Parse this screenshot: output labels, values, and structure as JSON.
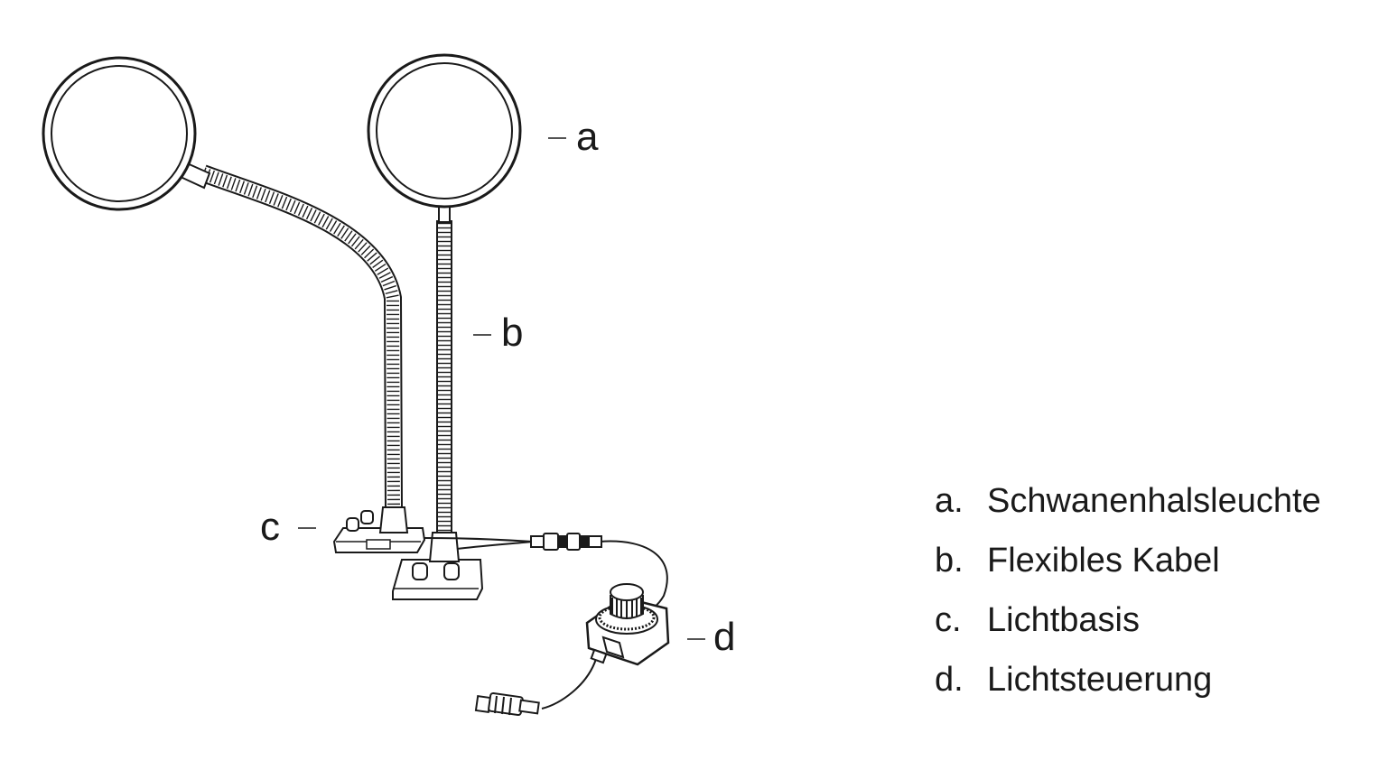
{
  "callouts": {
    "a": "a",
    "b": "b",
    "c": "c",
    "d": "d"
  },
  "legend": [
    {
      "letter": "a.",
      "text": "Schwanenhalsleuchte"
    },
    {
      "letter": "b.",
      "text": "Flexibles Kabel"
    },
    {
      "letter": "c.",
      "text": "Lichtbasis"
    },
    {
      "letter": "d.",
      "text": "Lichtsteuerung"
    }
  ],
  "colors": {
    "line": "#1a1a1a",
    "background": "#ffffff"
  }
}
